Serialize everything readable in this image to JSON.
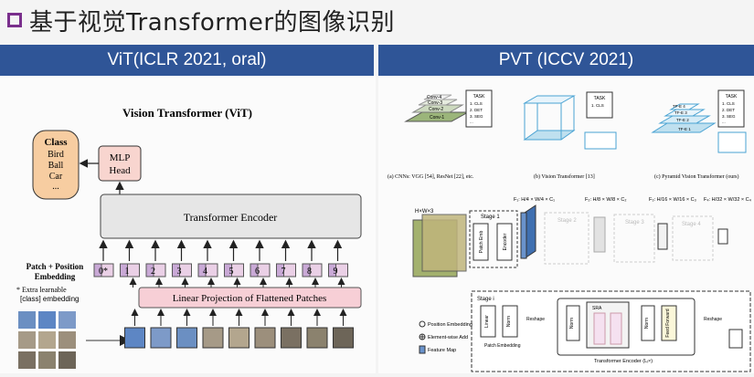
{
  "slide_title": "基于视觉Transformer的图像识别",
  "headers": {
    "left": "ViT(ICLR 2021, oral)",
    "right": "PVT (ICCV 2021)"
  },
  "vit": {
    "title": "Vision Transformer (ViT)",
    "class_box": {
      "title": "Class",
      "items": [
        "Bird",
        "Ball",
        "Car",
        "..."
      ]
    },
    "mlp_head": [
      "MLP",
      "Head"
    ],
    "encoder": "Transformer Encoder",
    "patch_label": [
      "Patch + Position",
      "Embedding"
    ],
    "patch_note": [
      "* Extra learnable",
      "[class] embedding"
    ],
    "linear_projection": "Linear Projection of Flattened Patches",
    "tokens": [
      "0*",
      "1",
      "2",
      "3",
      "4",
      "5",
      "6",
      "7",
      "8",
      "9"
    ]
  },
  "pvt": {
    "top_captions": [
      "(a) CNNs: VGG [54], ResNet [22], etc.",
      "(b) Vision Transformer [13]",
      "(c) Pyramid Vision Transformer (ours)"
    ],
    "task_title": "TASK",
    "task_items_a": [
      "1. CLS",
      "2. DET",
      "3. SEG",
      "..."
    ],
    "task_items_b": [
      "1. CLS"
    ],
    "conv_labels": [
      "Conv-4",
      "Conv-3",
      "Conv-2",
      "Conv-1"
    ],
    "tfe_labels": [
      "TF-E 4",
      "TF-E 3",
      "TF-E 2",
      "TF-E 1"
    ],
    "input_size": "H×W×3",
    "stage_labels": [
      "Stage 1",
      "Stage 2",
      "Stage 3",
      "Stage 4"
    ],
    "stage_blocks": [
      "Patch Emb",
      "Encoder"
    ],
    "feature_sizes": [
      "F₁: H/4 × W/4 × C₁",
      "F₂: H/8 × W/8 × C₂",
      "F₃: H/16 × W/16 × C₃",
      "F₄: H/32 × W/32 × C₄"
    ],
    "detail_stage": "Stage i",
    "detail_blocks": {
      "linear": "Linear",
      "norm": "Norm",
      "reshape": "Reshape",
      "sra": "SRA",
      "feed_forward": "Feed Forward",
      "patch_embedding": "Patch Embedding",
      "transformer_encoder": "Transformer Encoder (Lᵢ×)"
    },
    "legend": [
      "Position Embedding",
      "Element-wise Add",
      "Feature Map"
    ]
  },
  "colors": {
    "header": "#2f5597",
    "title_square": "#7a2f8c",
    "class_box": "#f7cda1",
    "mlp": "#f8d5cf",
    "encoder": "#e6e6e6",
    "token_pink": "#ead0e6",
    "linear_pink": "#f7cfd6"
  }
}
